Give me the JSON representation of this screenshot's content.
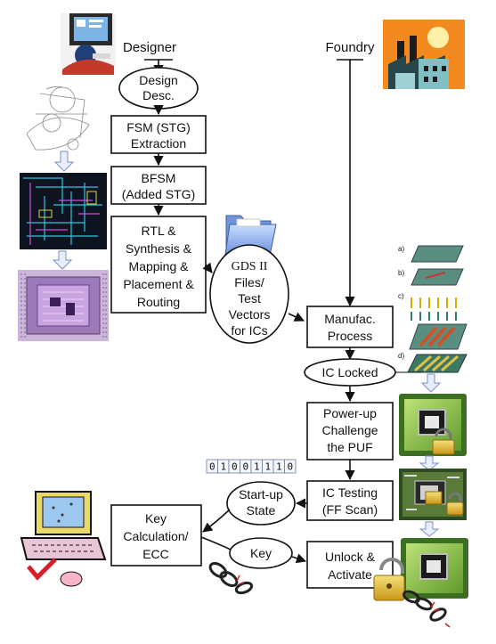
{
  "designer_label": "Designer",
  "foundry_label": "Foundry",
  "design_flow": {
    "design_desc": [
      "Design",
      "Desc."
    ],
    "fsm": [
      "FSM (STG)",
      "Extraction"
    ],
    "bfsm": [
      "BFSM",
      "(Added STG)"
    ],
    "rtl": [
      "RTL &",
      "Synthesis &",
      "Mapping &",
      "Placement &",
      "Routing"
    ]
  },
  "gds": [
    "GDS II",
    "Files/",
    "Test",
    "Vectors",
    "for ICs"
  ],
  "foundry_flow": {
    "manufac": [
      "Manufac.",
      "Process"
    ],
    "locked": "IC Locked",
    "powerup": [
      "Power-up",
      "Challenge",
      "the PUF"
    ],
    "testing": [
      "IC Testing",
      "(FF Scan)"
    ],
    "unlock": [
      "Unlock &",
      "Activate"
    ]
  },
  "startup": [
    "Start-up",
    "State"
  ],
  "key": "Key",
  "keycalc": [
    "Key",
    "Calculation/",
    "ECC"
  ],
  "scan_bits": [
    "0",
    "1",
    "0",
    "0",
    "1",
    "1",
    "1",
    "0"
  ],
  "fab_steps": [
    "a)",
    "b)",
    "c)",
    "d)"
  ]
}
